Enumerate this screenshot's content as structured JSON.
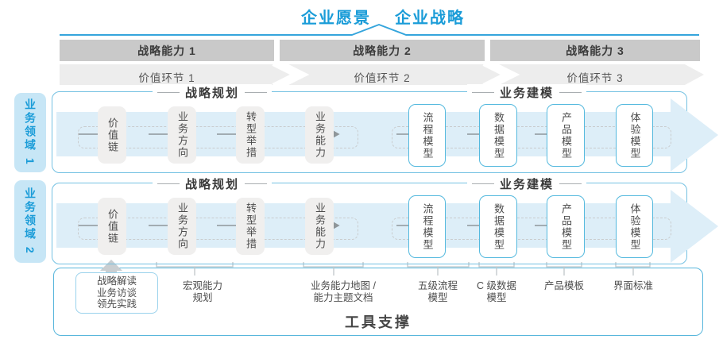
{
  "header": {
    "vision": "企业愿景",
    "strategy": "企业战略"
  },
  "capabilities": [
    "战略能力 1",
    "战略能力 2",
    "战略能力 3"
  ],
  "value_links": [
    "价值环节 1",
    "价值环节 2",
    "价值环节 3"
  ],
  "domains": [
    {
      "label": "业务领域 1"
    },
    {
      "label": "业务领域 2"
    }
  ],
  "band": {
    "planning_title": "战略规划",
    "modeling_title": "业务建模",
    "planning_boxes": [
      "价值链",
      "业务方向",
      "转型举措",
      "业务能力"
    ],
    "modeling_boxes": [
      "流程模型",
      "数据模型",
      "产品模型",
      "体验模型"
    ]
  },
  "annotations": {
    "practice_box": [
      "战略解读",
      "业务访谈",
      "领先实践"
    ],
    "items": [
      {
        "lines": [
          "宏观能力",
          "规划"
        ]
      },
      {
        "lines": [
          "业务能力地图 /",
          "能力主题文档"
        ]
      },
      {
        "lines": [
          "五级流程",
          "模型"
        ]
      },
      {
        "lines": [
          "C 级数据",
          "模型"
        ]
      },
      {
        "lines": [
          "产品模板"
        ]
      },
      {
        "lines": [
          "界面标准"
        ]
      }
    ]
  },
  "footer": {
    "tool_support": "工具支撑"
  },
  "colors": {
    "accent_blue": "#1a9cd8",
    "border_blue": "#5cb8dd",
    "light_arrow_fill": "#ddeef8",
    "bar_gray": "#c9c9c9",
    "value_band_gray": "#ededed",
    "box_gray": "#f0efee",
    "text_dark": "#4a4a4a",
    "line_gray": "#bfc6ca"
  }
}
